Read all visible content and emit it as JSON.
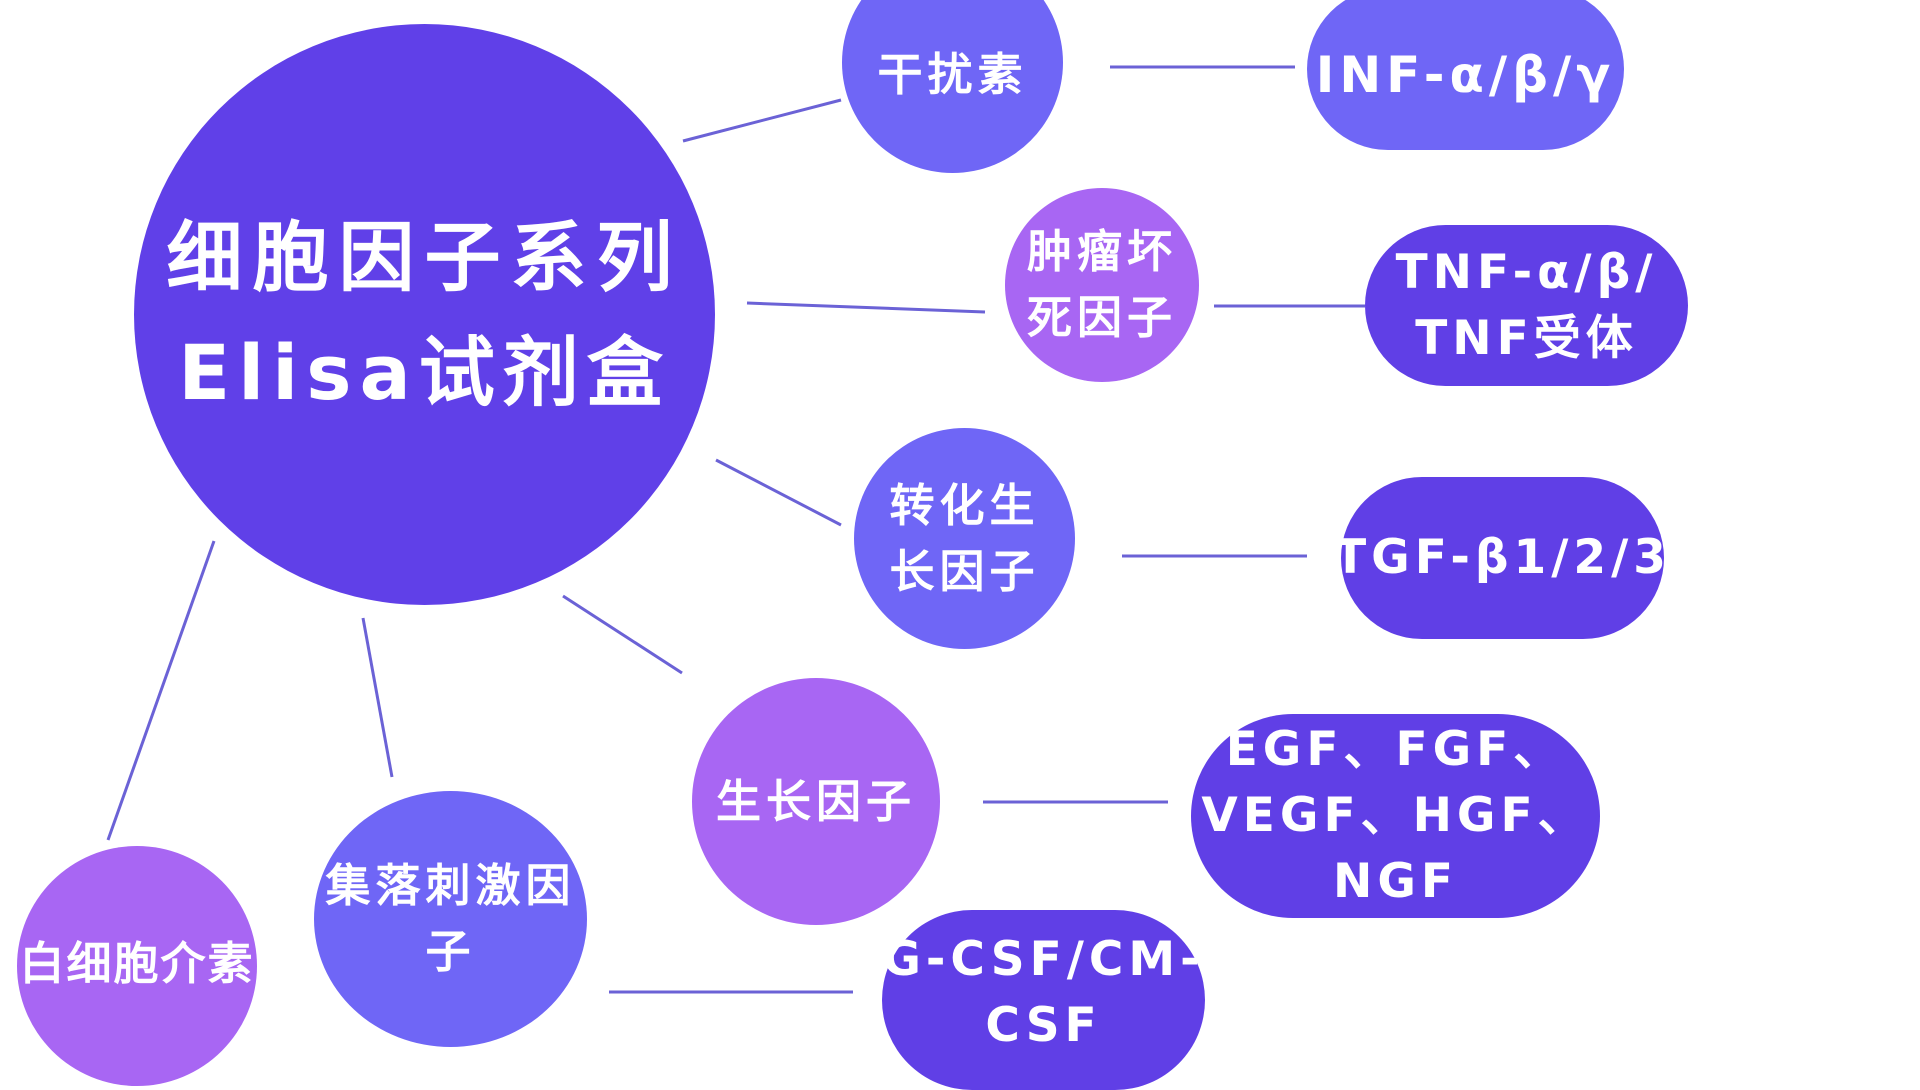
{
  "center": {
    "lines": [
      "细胞因子系列",
      "Elisa试剂盒"
    ]
  },
  "categories": [
    {
      "id": "interferon",
      "lines": [
        "干扰素"
      ],
      "items": [
        "INF-α/β/γ"
      ]
    },
    {
      "id": "tnf",
      "lines": [
        "肿瘤坏",
        "死因子"
      ],
      "items": [
        "TNF-α/β/",
        "TNF受体"
      ]
    },
    {
      "id": "tgf",
      "lines": [
        "转化生",
        "长因子"
      ],
      "items": [
        "TGF-β1/2/3"
      ]
    },
    {
      "id": "growth",
      "lines": [
        "生长因子"
      ],
      "items": [
        "EGF、FGF、",
        "VEGF、HGF、",
        "NGF"
      ]
    },
    {
      "id": "csf",
      "lines": [
        "集落刺激因",
        "子"
      ],
      "items": [
        "G-CSF/CM-",
        "CSF"
      ]
    },
    {
      "id": "interleukin",
      "lines": [
        "白细胞介素"
      ]
    }
  ],
  "colors": {
    "center": "#6040e8",
    "blue": "#6f66f6",
    "violet": "#a866f3",
    "deep": "#603fe6",
    "line": "#6b62d6"
  }
}
